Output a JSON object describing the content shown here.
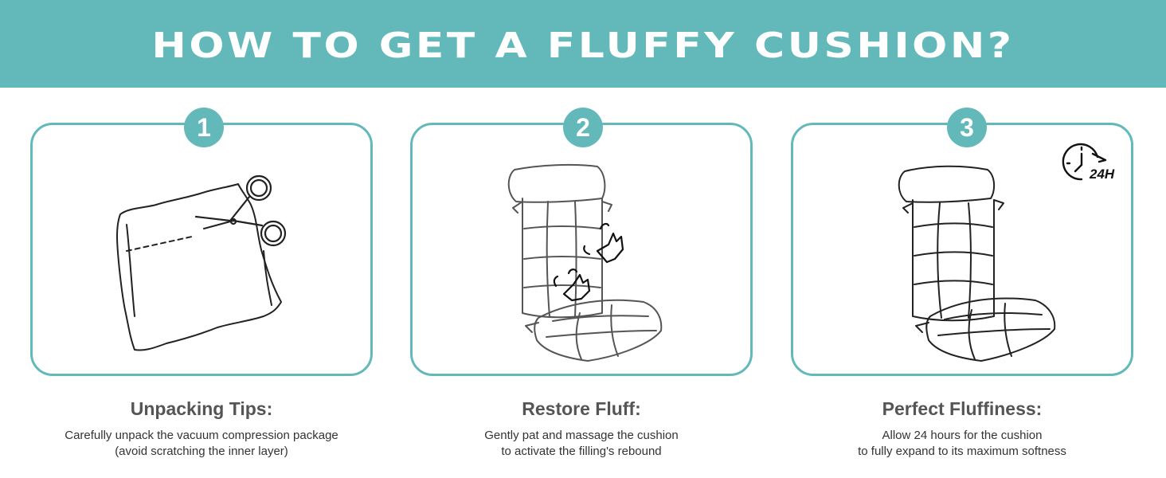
{
  "header": {
    "title": "HOW TO GET A FLUFFY CUSHION?"
  },
  "colors": {
    "accent": "#63b9ba",
    "heading_text": "#555555",
    "body_text": "#333333",
    "line_art": "#222222"
  },
  "steps": [
    {
      "number": "1",
      "title": "Unpacking Tips:",
      "lines": [
        "Carefully unpack the vacuum compression package",
        "(avoid scratching the inner layer)"
      ],
      "icons": [
        "vacuum-package-icon",
        "scissors-icon"
      ]
    },
    {
      "number": "2",
      "title": "Restore Fluff:",
      "lines": [
        "Gently pat and massage the cushion",
        "to activate the filling's rebound"
      ],
      "icons": [
        "chair-cushion-icon",
        "patting-hand-icon"
      ]
    },
    {
      "number": "3",
      "title": "Perfect Fluffiness:",
      "lines": [
        "Allow 24 hours for the cushion",
        "to fully expand to its maximum softness"
      ],
      "icons": [
        "chair-cushion-icon",
        "clock-icon"
      ],
      "timer_label": "24H"
    }
  ]
}
